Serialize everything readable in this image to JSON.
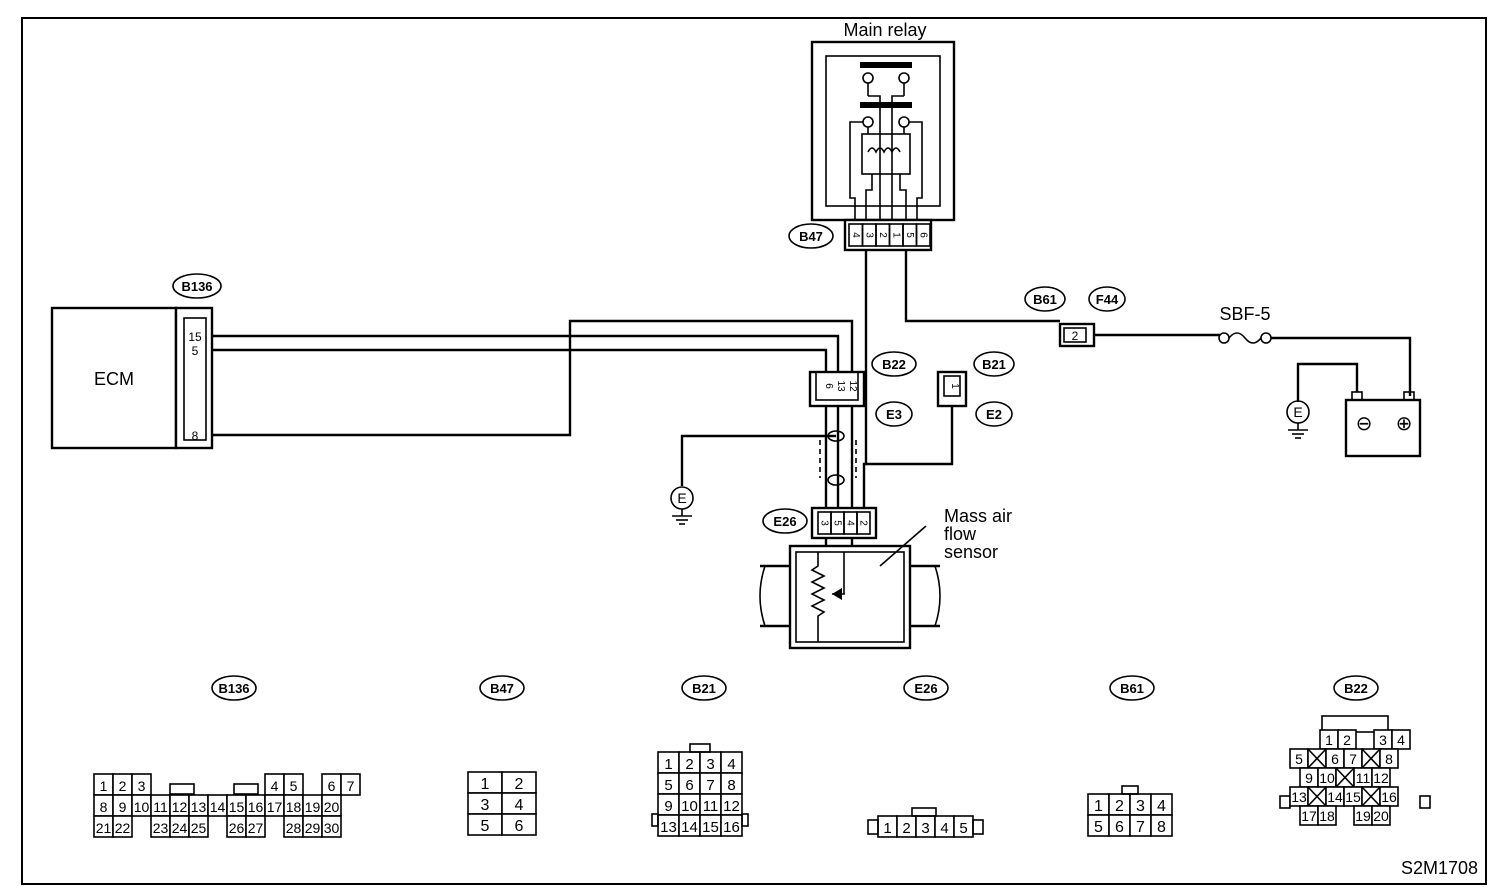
{
  "diagram": {
    "main_relay_label": "Main relay",
    "ecm_label": "ECM",
    "maf_label_lines": [
      "Mass air",
      "flow",
      "sensor"
    ],
    "fuse_label": "SBF-5",
    "ground_label": "E",
    "figure_code": "S2M1708",
    "tags": {
      "b136": "B136",
      "b47": "B47",
      "b22": "B22",
      "e3": "E3",
      "b21": "B21",
      "e2": "E2",
      "b61": "B61",
      "f44": "F44",
      "e26": "E26"
    },
    "ecm_pins": [
      "15",
      "5",
      "8"
    ],
    "relay_pins": [
      "4",
      "3",
      "2",
      "1",
      "5",
      "6"
    ],
    "b22_pins": [
      "6",
      "13",
      "12"
    ],
    "b21_pin": "1",
    "b61_pin": "2",
    "e26_pins": [
      "3",
      "5",
      "4",
      "2"
    ],
    "battery_symbols": [
      "⊖",
      "⊕"
    ]
  },
  "connectors": {
    "b136": {
      "tag": "B136",
      "rows": [
        [
          "1",
          "2",
          "3",
          "",
          "",
          "",
          "",
          "",
          "",
          "4",
          "5",
          "",
          "6",
          "7"
        ],
        [
          "8",
          "9",
          "10",
          "11",
          "12",
          "13",
          "14",
          "15",
          "16",
          "17",
          "18",
          "19",
          "20"
        ],
        [
          "21",
          "22",
          "",
          "23",
          "24",
          "25",
          "",
          "26",
          "27",
          "",
          "28",
          "29",
          "30"
        ]
      ]
    },
    "b47": {
      "tag": "B47",
      "rows": [
        [
          "1",
          "2"
        ],
        [
          "3",
          "4"
        ],
        [
          "5",
          "6"
        ]
      ]
    },
    "b21": {
      "tag": "B21",
      "rows": [
        [
          "1",
          "2",
          "3",
          "4"
        ],
        [
          "5",
          "6",
          "7",
          "8"
        ],
        [
          "9",
          "10",
          "11",
          "12"
        ],
        [
          "13",
          "14",
          "15",
          "16"
        ]
      ]
    },
    "e26": {
      "tag": "E26",
      "rows": [
        [
          "1",
          "2",
          "3",
          "4",
          "5"
        ]
      ]
    },
    "b61": {
      "tag": "B61",
      "rows": [
        [
          "1",
          "2",
          "3",
          "4"
        ],
        [
          "5",
          "6",
          "7",
          "8"
        ]
      ]
    },
    "b22": {
      "tag": "B22",
      "rows": [
        [
          "1",
          "2",
          "",
          "3",
          "4"
        ],
        [
          "5",
          "X",
          "6",
          "7",
          "X",
          "8"
        ],
        [
          "9",
          "10",
          "X",
          "11",
          "12"
        ],
        [
          "13",
          "X",
          "14",
          "15",
          "X",
          "16"
        ],
        [
          "17",
          "18",
          "",
          "19",
          "20"
        ]
      ]
    }
  }
}
